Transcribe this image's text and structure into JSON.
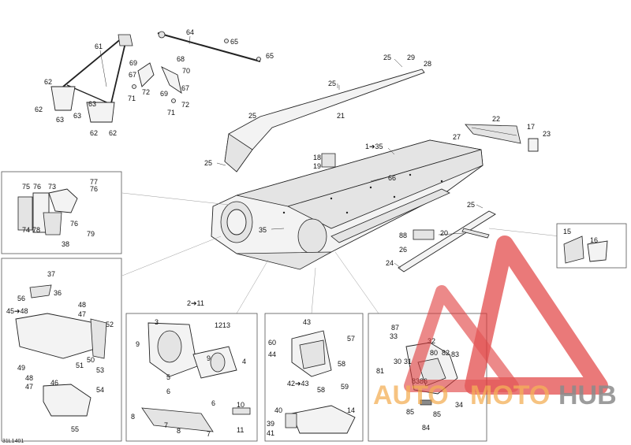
{
  "diagram_code": "31L1401",
  "watermark": {
    "word1": "AUTO",
    "word2": "MOTO",
    "word3": "HUB",
    "color_red": "#e03b3b",
    "color_orange": "#f2a23a",
    "color_gray": "#777777"
  },
  "callouts": {
    "c61": "61",
    "c62a": "62",
    "c62b": "62",
    "c62c": "62",
    "c62d": "62",
    "c63a": "63",
    "c63b": "63",
    "c63c": "63",
    "c64": "64",
    "c65a": "65",
    "c65b": "65",
    "c66": "66",
    "c67a": "67",
    "c67b": "67",
    "c68": "68",
    "c69a": "69",
    "c69b": "69",
    "c70": "70",
    "c71a": "71",
    "c71b": "71",
    "c72a": "72",
    "c72b": "72",
    "c25a": "25",
    "c25b": "25",
    "c25c": "25",
    "c25d": "25",
    "c25e": "25",
    "c29": "29",
    "c28": "28",
    "c21": "21",
    "c22": "22",
    "c17": "17",
    "c23": "23",
    "c27": "27",
    "c1to35": "1➔35",
    "c18": "18",
    "c19": "19",
    "c35": "35",
    "c88": "88",
    "c20": "20",
    "c26": "26",
    "c24": "24",
    "c15": "15",
    "c16": "16",
    "c75": "75",
    "c76a": "76",
    "c73": "73",
    "c77": "77",
    "c76b": "76",
    "c76c": "76",
    "c74": "74",
    "c78": "78",
    "c79": "79",
    "c38": "38",
    "c37": "37",
    "c36": "36",
    "c56": "56",
    "c45to48": "45➔48",
    "c48a": "48",
    "c47a": "47",
    "c52": "52",
    "c51": "51",
    "c50": "50",
    "c53": "53",
    "c49": "49",
    "c48b": "48",
    "c47b": "47",
    "c46": "46",
    "c54": "54",
    "c55": "55",
    "c2to11": "2➔11",
    "c3": "3",
    "c9a": "9",
    "c1213": "1213",
    "c4": "4",
    "c9b": "9",
    "c5": "5",
    "c6a": "6",
    "c6b": "6",
    "c8a": "8",
    "c7a": "7",
    "c8b": "8",
    "c7b": "7",
    "c10": "10",
    "c11": "11",
    "c43": "43",
    "c60": "60",
    "c57": "57",
    "c44": "44",
    "c58a": "58",
    "c42to43": "42➔43",
    "c58b": "58",
    "c59": "59",
    "c40": "40",
    "c14": "14",
    "c39": "39",
    "c41": "41",
    "c87": "87",
    "c33": "33",
    "c32": "32",
    "c80": "80",
    "c82": "82",
    "c83": "83",
    "c30": "30",
    "c31": "31",
    "c81": "81",
    "c8386": "8386",
    "c34": "34",
    "c85a": "85",
    "c85b": "85",
    "c84": "84"
  }
}
